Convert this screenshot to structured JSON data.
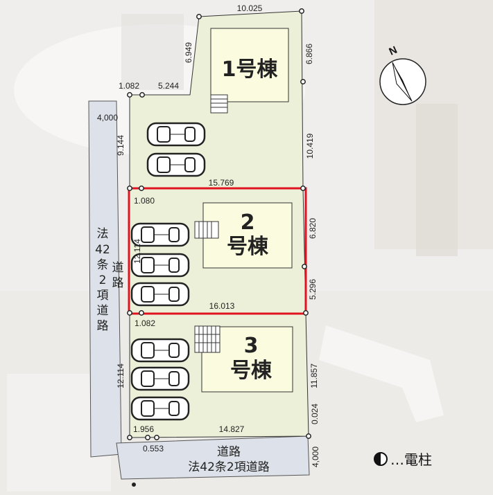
{
  "buildings": [
    {
      "id": "1",
      "line1": "1号棟"
    },
    {
      "id": "2",
      "line1": "2",
      "line2": "号棟"
    },
    {
      "id": "3",
      "line1": "3",
      "line2": "号棟"
    }
  ],
  "dimensions": {
    "d_10025": "10.025",
    "d_6949": "6.949",
    "d_6866": "6.866",
    "d_1082_top": "1.082",
    "d_5244": "5.244",
    "d_4000_left": "4,000",
    "d_9144": "9.144",
    "d_10419": "10.419",
    "d_15769": "15.769",
    "d_1080": "1.080",
    "d_6820": "6.820",
    "d_12114_lot2": "12.114",
    "d_5296": "5.296",
    "d_16013": "16.013",
    "d_1082_mid": "1.082",
    "d_12114_lot3": "12.114",
    "d_11857": "11.857",
    "d_0024": "0.024",
    "d_14827": "14.827",
    "d_1956": "1.956",
    "d_0553": "0.553",
    "d_4000_bottom": "4,000"
  },
  "roads": {
    "left_vertical": [
      "法",
      "42",
      "条",
      "2",
      "項",
      "道",
      "路"
    ],
    "left_side": [
      "道",
      "路"
    ],
    "bottom_line1": "道路",
    "bottom_line2": "法42条2項道路"
  },
  "legend": {
    "utility_pole": "…電柱"
  },
  "compass": {
    "north_label": "N"
  },
  "colors": {
    "lot_fill": "#ecf0d8",
    "building_fill": "#fbfbdf",
    "road_fill": "#dde2ea",
    "highlight": "#e0141e"
  }
}
